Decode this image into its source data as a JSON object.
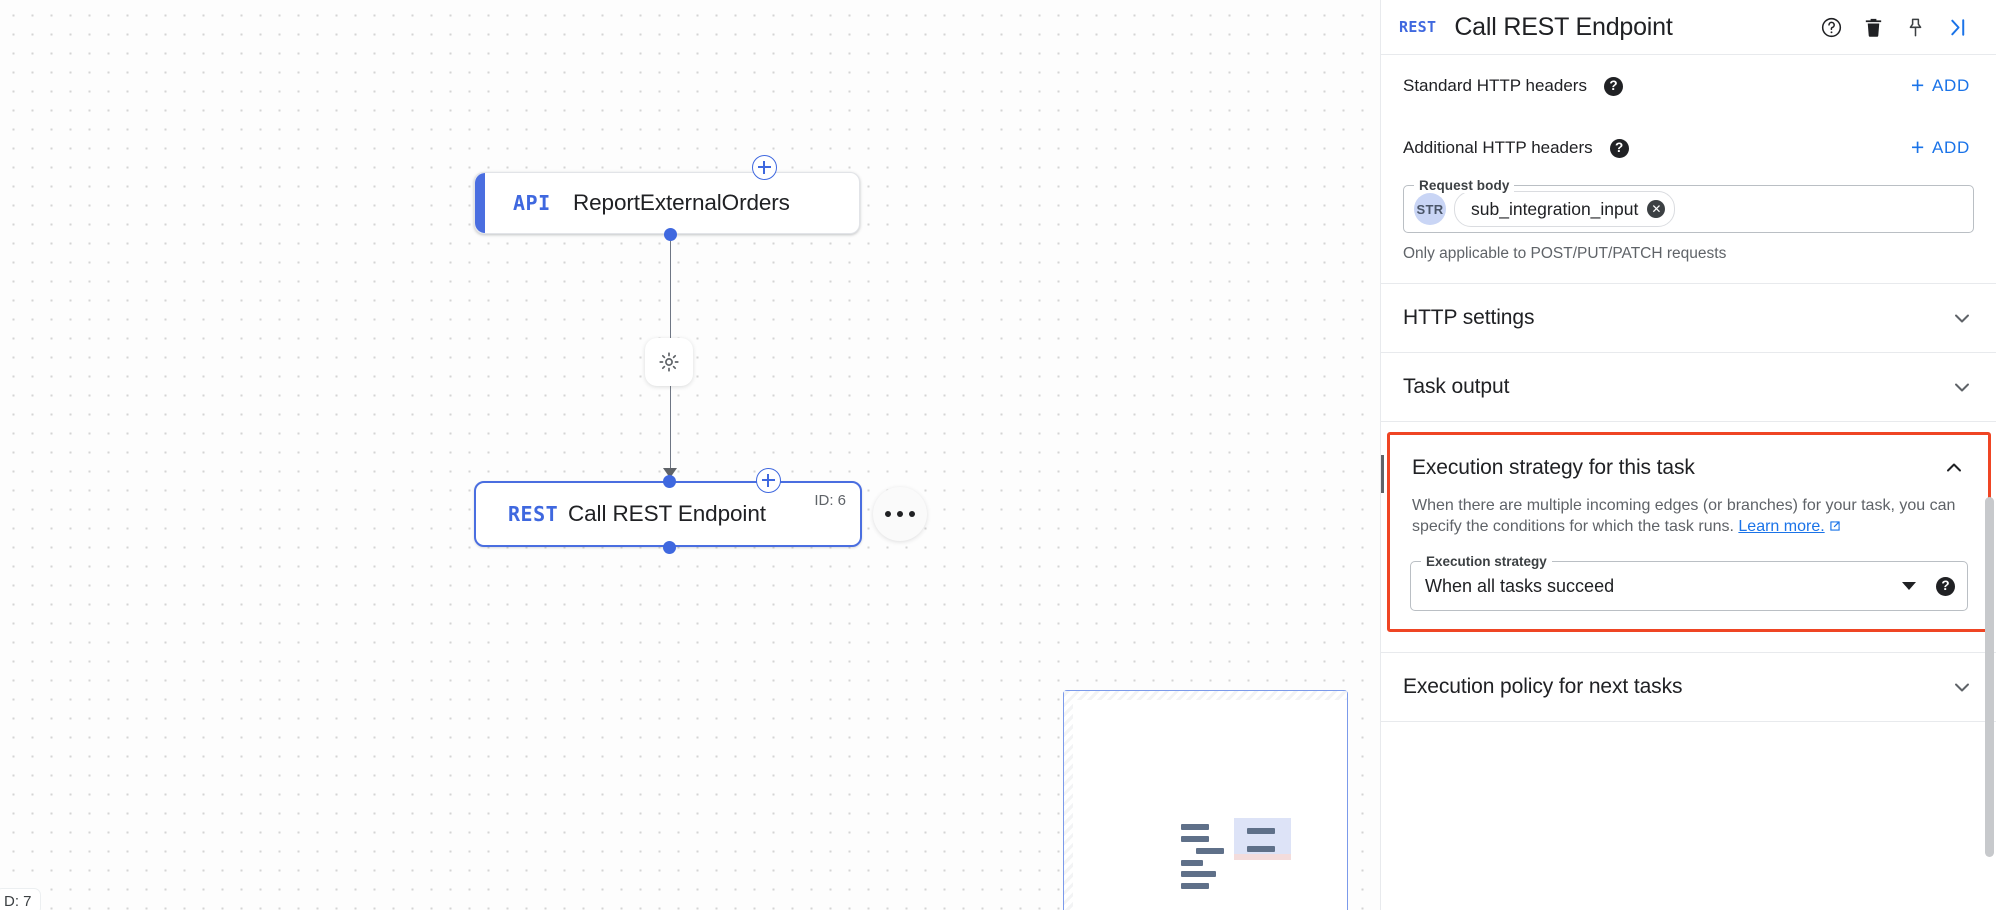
{
  "canvas": {
    "nodes": [
      {
        "type": "API",
        "label": "ReportExternalOrders",
        "id": ""
      },
      {
        "type": "REST",
        "label": "Call REST Endpoint",
        "id": "ID: 6"
      }
    ],
    "bottom_left_id": "D: 7",
    "edge_icon": "gear-icon",
    "node_menu_icon": "more-horizontal-icon",
    "add_node_icon": "plus-circle-icon"
  },
  "panel": {
    "header": {
      "type_badge": "REST",
      "title": "Call REST Endpoint",
      "icons": [
        "help-outline-icon",
        "delete-icon",
        "pin-icon",
        "collapse-panel-icon"
      ]
    },
    "standard_headers": {
      "label": "Standard HTTP headers",
      "help": "?",
      "add_label": "ADD",
      "add_plus": "+"
    },
    "additional_headers": {
      "label": "Additional HTTP headers",
      "help": "?",
      "add_label": "ADD",
      "add_plus": "+"
    },
    "request_body": {
      "legend": "Request body",
      "type_badge": "STR",
      "chip_value": "sub_integration_input",
      "chip_remove": "✕",
      "helper": "Only applicable to POST/PUT/PATCH requests"
    },
    "sections": [
      {
        "title": "HTTP settings",
        "state": "collapsed"
      },
      {
        "title": "Task output",
        "state": "collapsed"
      }
    ],
    "execution_strategy": {
      "title": "Execution strategy for this task",
      "state": "expanded",
      "description_part1": "When there are multiple incoming edges (or branches) for your task, you can specify the conditions for which the task runs.",
      "link_text": "Learn more.",
      "field_legend": "Execution strategy",
      "selected_value": "When all tasks succeed",
      "help": "?",
      "highlight_color": "#ef4524"
    },
    "execution_policy": {
      "title": "Execution policy for next tasks",
      "state": "collapsed"
    }
  },
  "colors": {
    "accent_blue": "#1a73e8",
    "node_blue": "#3f68df",
    "highlight_orange": "#ef4524",
    "text_primary": "#202124",
    "text_secondary": "#5f6368"
  }
}
